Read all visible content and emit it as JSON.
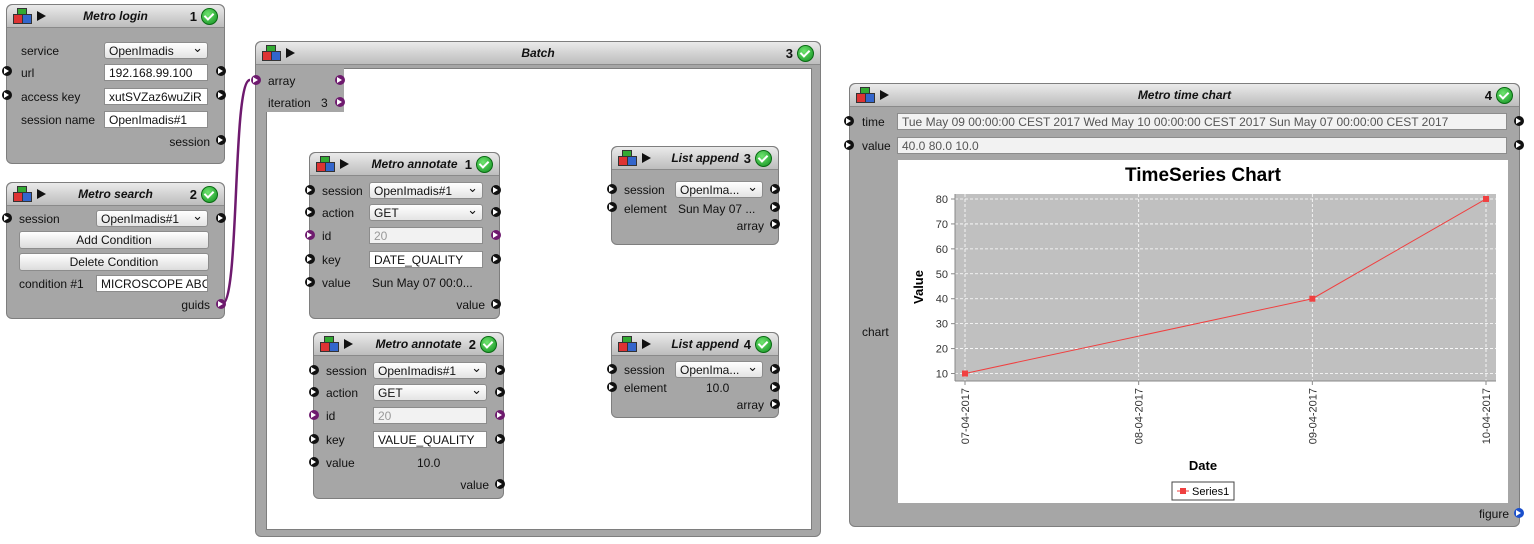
{
  "nodes": {
    "login": {
      "title": "Metro login",
      "num": "1",
      "service_label": "service",
      "service_value": "OpenImadis",
      "url_label": "url",
      "url_value": "192.168.99.100",
      "key_label": "access key",
      "key_value": "xutSVZaz6wuZiR",
      "session_name_label": "session name",
      "session_name_value": "OpenImadis#1",
      "session_label": "session"
    },
    "search": {
      "title": "Metro search",
      "num": "2",
      "session_label": "session",
      "session_value": "OpenImadis#1",
      "add_label": "Add Condition",
      "delete_label": "Delete Condition",
      "condition_label": "condition #1",
      "condition_value": "MICROSCOPE ABC",
      "guids_label": "guids"
    },
    "batch": {
      "title": "Batch",
      "num": "3",
      "array_label": "array",
      "iteration_label": "iteration",
      "iteration_value": "3"
    },
    "annotate1": {
      "title": "Metro annotate",
      "num": "1",
      "session_label": "session",
      "session_value": "OpenImadis#1",
      "action_label": "action",
      "action_value": "GET",
      "id_label": "id",
      "id_value": "20",
      "key_label": "key",
      "key_value": "DATE_QUALITY",
      "value_label": "value",
      "value_value": "Sun May 07 00:0...",
      "value_out_label": "value"
    },
    "annotate2": {
      "title": "Metro annotate",
      "num": "2",
      "session_label": "session",
      "session_value": "OpenImadis#1",
      "action_label": "action",
      "action_value": "GET",
      "id_label": "id",
      "id_value": "20",
      "key_label": "key",
      "key_value": "VALUE_QUALITY",
      "value_label": "value",
      "value_value": "10.0",
      "value_out_label": "value"
    },
    "append3": {
      "title": "List append",
      "num": "3",
      "session_label": "session",
      "session_value": "OpenIma...",
      "element_label": "element",
      "element_value": "Sun May 07 ...",
      "array_label": "array"
    },
    "append4": {
      "title": "List append",
      "num": "4",
      "session_label": "session",
      "session_value": "OpenIma...",
      "element_label": "element",
      "element_value": "10.0",
      "array_label": "array"
    },
    "timechart": {
      "title": "Metro time chart",
      "num": "4",
      "time_label": "time",
      "time_value": "Tue May 09 00:00:00 CEST 2017 Wed May 10 00:00:00 CEST 2017 Sun May 07 00:00:00 CEST 2017",
      "value_label": "value",
      "value_value": "40.0 80.0 10.0",
      "chart_label": "chart",
      "figure_label": "figure"
    }
  },
  "colors": {
    "node_bg": "#a6a6a6",
    "wire": "#111111",
    "wire_array": "#6e1a6e",
    "series": "#f04040",
    "plot_bg": "#c0c0c0"
  },
  "chart_data": {
    "type": "line",
    "title": "TimeSeries Chart",
    "xlabel": "Date",
    "ylabel": "Value",
    "x": [
      "07-04-2017",
      "09-04-2017",
      "10-04-2017"
    ],
    "x_ticks": [
      "07-04-2017",
      "08-04-2017",
      "09-04-2017",
      "10-04-2017"
    ],
    "series": [
      {
        "name": "Series1",
        "values": [
          10,
          40,
          80
        ]
      }
    ],
    "ylim": [
      7,
      82
    ],
    "y_ticks": [
      10,
      20,
      30,
      40,
      50,
      60,
      70,
      80
    ],
    "grid": true,
    "legend": "bottom"
  }
}
